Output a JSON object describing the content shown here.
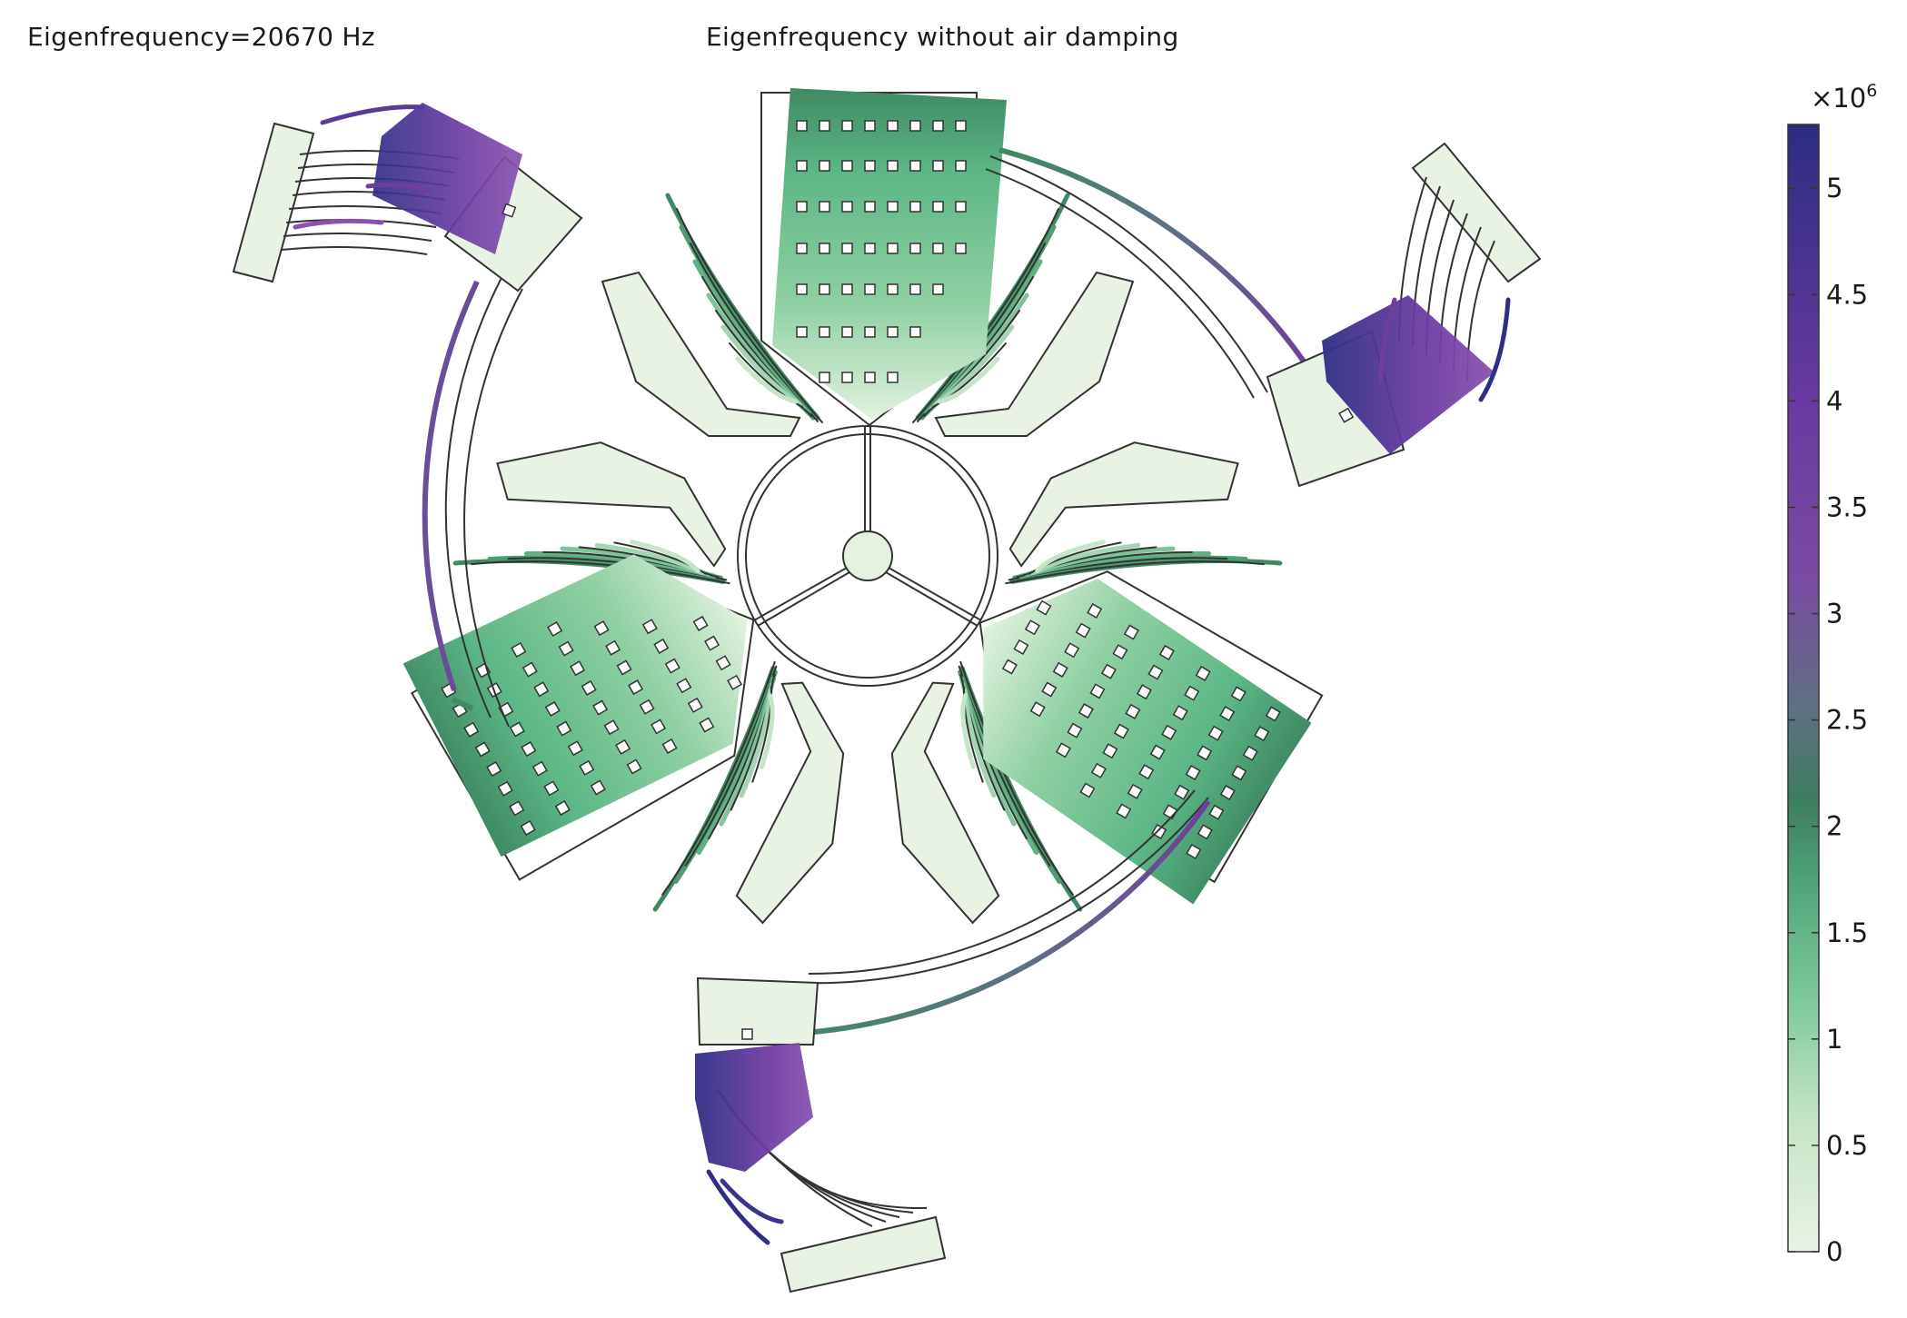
{
  "header": {
    "eigenfrequency": "Eigenfrequency=20670 Hz",
    "title": "Eigenfrequency without air damping"
  },
  "colorbar": {
    "multiplier": "×10",
    "exponent": "6",
    "min": 0,
    "max": 5.3,
    "ticks": [
      "0",
      "0.5",
      "1",
      "1.5",
      "2",
      "2.5",
      "3",
      "3.5",
      "4",
      "4.5",
      "5"
    ],
    "tick_values": [
      0,
      0.5,
      1,
      1.5,
      2,
      2.5,
      3,
      3.5,
      4,
      4.5,
      5
    ],
    "colors": [
      "#e9f4e4",
      "#b3dcb8",
      "#6cc08e",
      "#3f8f67",
      "#5e7083",
      "#6f3e9c",
      "#6a3aa0",
      "#2f2e83"
    ]
  }
}
